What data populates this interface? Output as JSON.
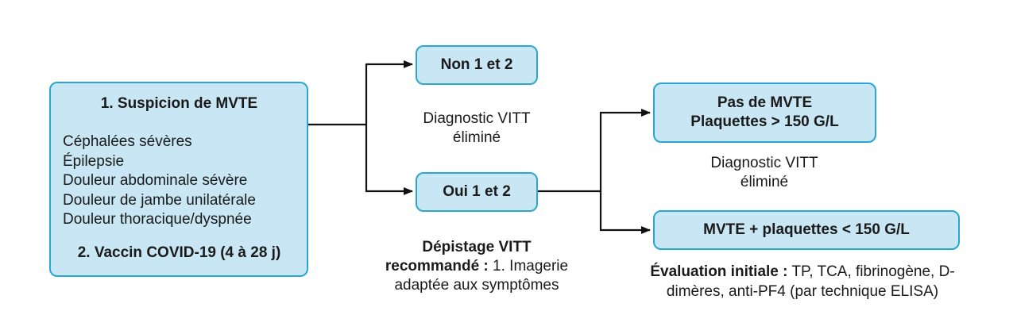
{
  "suspicion": {
    "title": "1. Suspicion de MVTE",
    "symptoms": [
      "Céphalées sévères",
      "Épilepsie",
      "Douleur abdominale sévère",
      "Douleur de jambe unilatérale",
      "Douleur thoracique/dyspnée"
    ],
    "vaccine": "2. Vaccin COVID-19 (4 à 28 j)"
  },
  "non": {
    "label": "Non 1 et 2"
  },
  "oui": {
    "label": "Oui 1 et 2"
  },
  "diagnostic_1": {
    "line1": "Diagnostic",
    "line2": "VITT éliminé"
  },
  "depistage": {
    "title_line1": "Dépistage VITT",
    "title_line2": "recommandé :",
    "items": [
      "1. Imagerie adaptée",
      "aux symptômes"
    ]
  },
  "pas_mvte": {
    "line1": "Pas de MVTE",
    "line2": "Plaquettes > 150 G/L"
  },
  "diagnostic_2": {
    "line1": "Diagnostic",
    "line2": "VITT éliminé"
  },
  "mvte": {
    "label": "MVTE + plaquettes < 150 G/L"
  },
  "evaluation": {
    "title": "Évaluation initiale :",
    "lines": [
      "TP, TCA, fibrinogène, D-dimères,",
      "anti-PF4 (par technique ELISA)"
    ]
  },
  "colors": {
    "box_fill": "#c8e6f3",
    "box_border": "#2aa6d4",
    "arrow": "#111111"
  }
}
